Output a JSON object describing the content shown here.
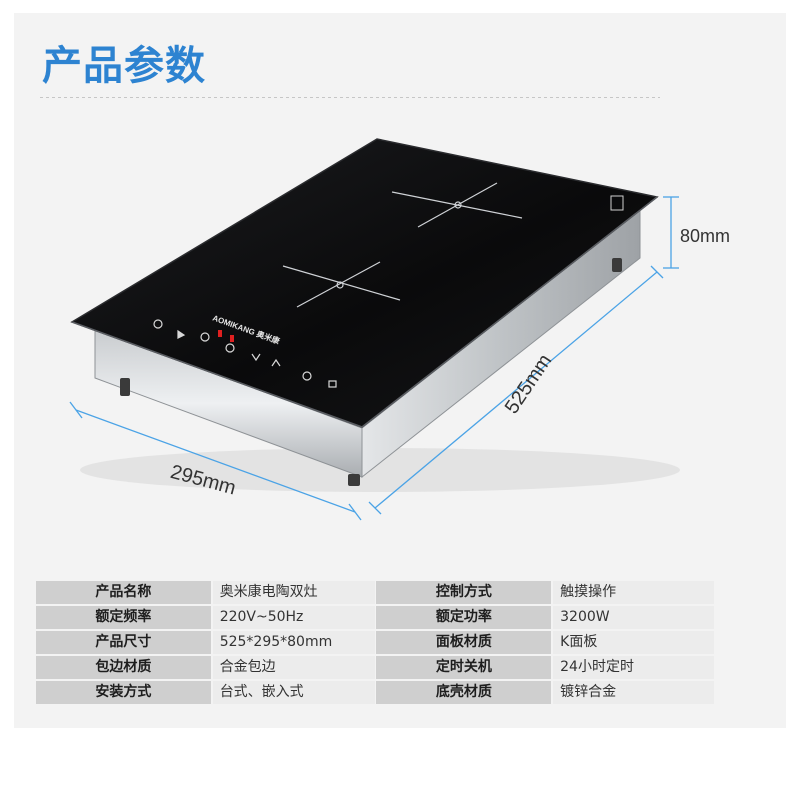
{
  "title": "产品参数",
  "product": {
    "image_alt": "induction-cooktop-photo",
    "brand_logo": "AOMIKANG 奥米康",
    "display_digits": "5 5",
    "dimensions": {
      "height": "80mm",
      "width": "295mm",
      "depth": "525mm"
    }
  },
  "specs": {
    "rows": [
      {
        "label_left": "产品名称",
        "value_left": "奥米康电陶双灶",
        "label_right": "控制方式",
        "value_right": "触摸操作"
      },
      {
        "label_left": "额定频率",
        "value_left": "220V~50Hz",
        "label_right": "额定功率",
        "value_right": "3200W"
      },
      {
        "label_left": "产品尺寸",
        "value_left": "525*295*80mm",
        "label_right": "面板材质",
        "value_right": "K面板"
      },
      {
        "label_left": "包边材质",
        "value_left": "合金包边",
        "label_right": "定时关机",
        "value_right": "24小时定时"
      },
      {
        "label_left": "安装方式",
        "value_left": "台式、嵌入式",
        "label_right": "底壳材质",
        "value_right": "镀锌合金"
      }
    ]
  },
  "colors": {
    "title": "#2d83d1",
    "dimension_line": "#4ba3e6",
    "label_cell": "#cfcfcf",
    "value_cell": "#ececec",
    "glass": "#0b0b0c"
  }
}
